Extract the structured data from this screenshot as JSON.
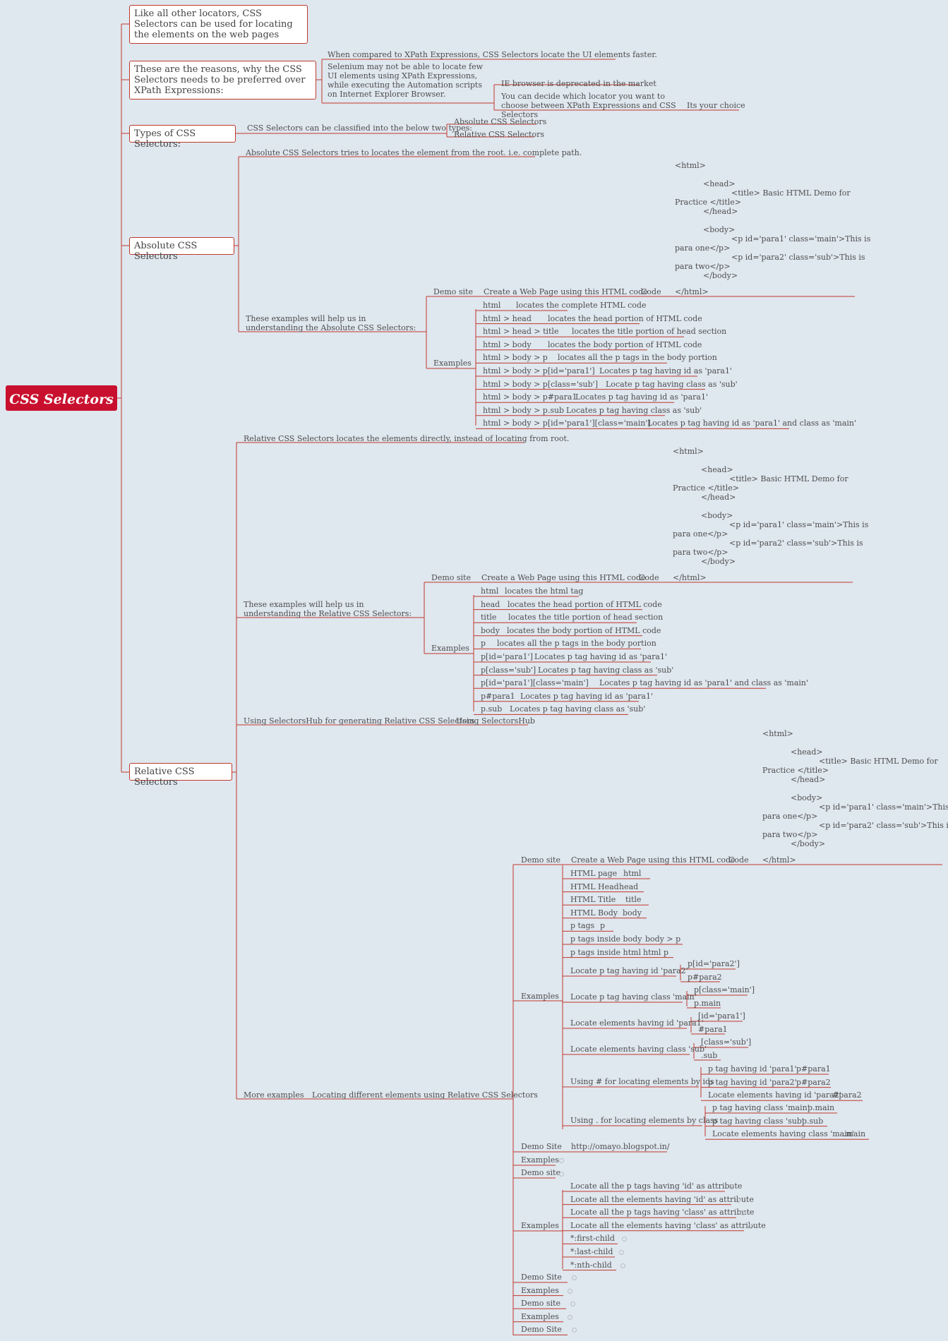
{
  "root": "CSS Selectors",
  "top": {
    "intro": "Like all other locators, CSS Selectors can be used for locating the elements on the web pages",
    "reasons": "These are the reasons, why the CSS Selectors needs to be preferred over XPath Expressions:",
    "reason1": "When compared to XPath Expressions, CSS Selectors locate the UI elements faster.",
    "reason2": "Selenium may not be able to locate few UI elements using XPath Expressions, while executing the Automation scripts on Internet Explorer Browser.",
    "ie": "IE browser is deprecated in the market",
    "choose": "You can decide which locator you want to choose between XPath Expressions and CSS Selectors",
    "choice": "Its your choice",
    "types": "Types of CSS Selectors:",
    "types_desc": "CSS Selectors can be classified into the below two types:",
    "type_abs": "Absolute CSS Selectors",
    "type_rel": "Relative CSS Selectors"
  },
  "html_code": {
    "l1": "<html>",
    "l2": "<head>",
    "l3": "<title> Basic HTML Demo for",
    "l4": "Practice </title>",
    "l5": "</head>",
    "l6": "<body>",
    "l7": "<p id='para1' class='main'>This is",
    "l8": "para one</p>",
    "l9": "<p id='para2' class='sub'>This is",
    "l10": "para two</p>",
    "l11": "</body>",
    "l12": "</html>"
  },
  "absolute": {
    "label": "Absolute CSS Selectors",
    "desc": "Absolute CSS Selectors tries to locates the element from the root. i.e. complete path.",
    "examples_intro": "These examples will help us in understanding the Absolute CSS Selectors:",
    "demo_site": "Demo site",
    "create_page": "Create a Web Page using this HTML code",
    "code": "Code",
    "examples": "Examples",
    "rows": [
      {
        "sel": "html",
        "desc": "locates the complete HTML code"
      },
      {
        "sel": "html > head",
        "desc": "locates the head portion of HTML code"
      },
      {
        "sel": "html > head > title",
        "desc": "locates the title portion of head section"
      },
      {
        "sel": "html > body",
        "desc": "locates the body portion of HTML code"
      },
      {
        "sel": "html > body > p",
        "desc": "locates all the p tags in the body portion"
      },
      {
        "sel": "html > body > p[id='para1']",
        "desc": "Locates p tag having id as 'para1'"
      },
      {
        "sel": "html > body > p[class='sub']",
        "desc": "Locate p tag having class as 'sub'"
      },
      {
        "sel": "html > body > p#para1",
        "desc": "Locates p tag having id as 'para1'"
      },
      {
        "sel": "html > body > p.sub",
        "desc": "Locates p tag having class as 'sub'"
      },
      {
        "sel": "html > body > p[id='para1'][class='main']",
        "desc": "Locates p tag having id as 'para1' and class as 'main'"
      }
    ]
  },
  "relative": {
    "label": "Relative CSS Selectors",
    "desc": "Relative CSS Selectors locates the elements directly, instead of locating from root.",
    "examples_intro": "These examples will help us in understanding the Relative CSS Selectors:",
    "demo_site": "Demo site",
    "create_page": "Create a Web Page using this HTML code",
    "code": "Code",
    "examples": "Examples",
    "rows": [
      {
        "sel": "html",
        "desc": "locates the html tag"
      },
      {
        "sel": "head",
        "desc": "locates the head portion of HTML code"
      },
      {
        "sel": "title",
        "desc": "locates the title portion of head section"
      },
      {
        "sel": "body",
        "desc": "locates the body portion of HTML code"
      },
      {
        "sel": "p",
        "desc": "locates all the p tags in the body portion"
      },
      {
        "sel": "p[id='para1']",
        "desc": "Locates p tag having id as 'para1'"
      },
      {
        "sel": "p[class='sub']",
        "desc": "Locates p tag having class as 'sub'"
      },
      {
        "sel": "p[id='para1'][class='main']",
        "desc": "Locates p tag having id as 'para1' and class as 'main'"
      },
      {
        "sel": "p#para1",
        "desc": "Locates p tag having id as 'para1'"
      },
      {
        "sel": "p.sub",
        "desc": "Locates p tag having class as 'sub'"
      }
    ],
    "hub": "Using SelectorsHub for generating Relative CSS Selectors",
    "hub_child": "Using SelectorsHub",
    "more": "More examples",
    "more_child": "Locating different elements using Relative CSS Selectors",
    "more_demo": "Demo site",
    "more_create": "Create a Web Page using this HTML code",
    "more_code": "Code",
    "more_examples": "Examples",
    "pairs": [
      {
        "a": "HTML page",
        "b": "html"
      },
      {
        "a": "HTML Head",
        "b": "head"
      },
      {
        "a": "HTML Title",
        "b": "title"
      },
      {
        "a": "HTML Body",
        "b": "body"
      },
      {
        "a": "p tags",
        "b": "p"
      },
      {
        "a": "p tags inside body",
        "b": "body > p"
      },
      {
        "a": "p tags inside html",
        "b": "html p"
      }
    ],
    "loc_para2": "Locate p tag having id 'para2'",
    "loc_para2_a": "p[id='para2']",
    "loc_para2_b": "p#para2",
    "loc_main": "Locate p tag having class 'main'",
    "loc_main_a": "p[class='main']",
    "loc_main_b": "p.main",
    "loc_id": "Locate elements having id 'para1'",
    "loc_id_a": "[id='para1']",
    "loc_id_b": "#para1",
    "loc_cls": "Locate elements having class 'sub'",
    "loc_cls_a": "[class='sub']",
    "loc_cls_b": ".sub",
    "hash": "Using # for locating elements by ids",
    "hash_rows": [
      {
        "a": "p tag having id 'para1'",
        "b": "p#para1"
      },
      {
        "a": "p tag having id 'para2'",
        "b": "p#para2"
      },
      {
        "a": "Locate elements having id 'para2'",
        "b": "#para2"
      }
    ],
    "dotc": "Using . for locating elements by class",
    "dot_rows": [
      {
        "a": "p tag having class 'main'",
        "b": "p.main"
      },
      {
        "a": "p tag having class 'sub'",
        "b": "p.sub"
      },
      {
        "a": "Locate elements having class 'main'",
        "b": ".main"
      }
    ],
    "demo_site2": "Demo Site",
    "url": "http://omayo.blogspot.in/",
    "examples2": "Examples",
    "demo_site3": "Demo site",
    "examples3": "Examples",
    "attr_rows": [
      "Locate all the p tags having 'id' as attribute",
      "Locate all the elements having 'id' as attribute",
      "Locate all the p tags having 'class' as attribute",
      "Locate all the elements having 'class' as attribute",
      "*:first-child",
      "*:last-child",
      "*:nth-child"
    ],
    "tail": [
      "Demo Site",
      "Examples",
      "Demo site",
      "Examples",
      "Demo Site"
    ]
  }
}
